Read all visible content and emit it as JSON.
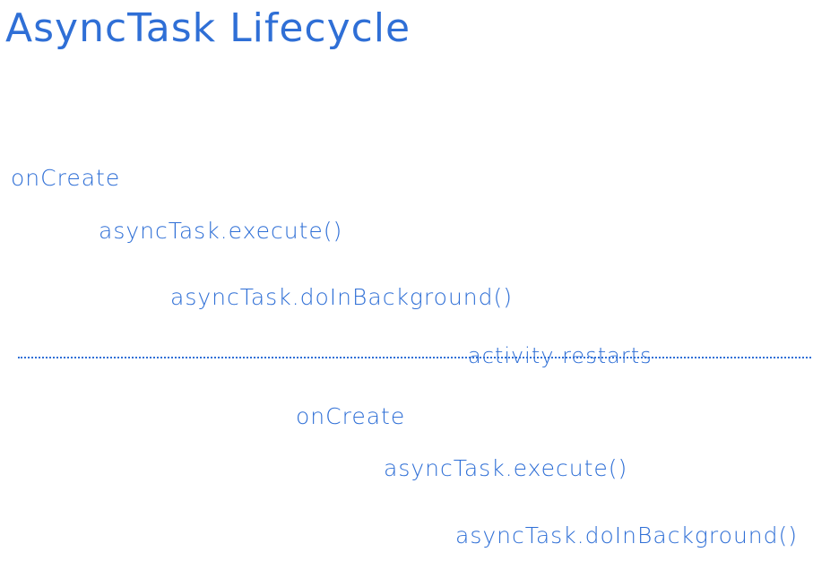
{
  "title": "AsyncTask Lifecycle",
  "steps": [
    "onCreate",
    "asyncTask.execute()",
    "asyncTask.doInBackground()",
    "onCreate",
    "asyncTask.execute()",
    "asyncTask.doInBackground()"
  ],
  "divider_label": "activity restarts",
  "ink_color": "#2f6fd6"
}
